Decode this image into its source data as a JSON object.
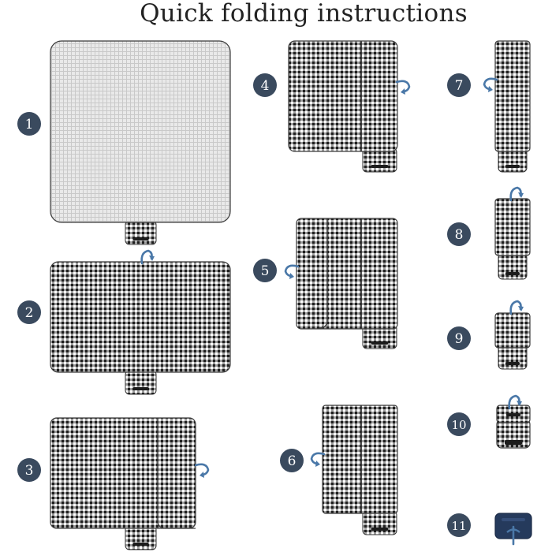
{
  "title": "Quick folding instructions",
  "colors": {
    "badge": "#3a4a5e",
    "badge_text": "#ffffff",
    "plaid_dark": "#2b2b2b",
    "plaid_light": "#ffffff",
    "back_gray": "#dcdcdc",
    "arrow": "#4a78a8",
    "navy": "#253a5c"
  },
  "steps": [
    {
      "number": "1",
      "icon": "unfolded-blanket-icon"
    },
    {
      "number": "2",
      "icon": "blanket-flipped-icon"
    },
    {
      "number": "3",
      "icon": "fold-right-edge-icon"
    },
    {
      "number": "4",
      "icon": "fold-right-edge-icon"
    },
    {
      "number": "5",
      "icon": "fold-left-edge-icon"
    },
    {
      "number": "6",
      "icon": "fold-left-edge-icon"
    },
    {
      "number": "7",
      "icon": "fold-in-half-icon"
    },
    {
      "number": "8",
      "icon": "fold-top-down-icon"
    },
    {
      "number": "9",
      "icon": "fold-top-down-icon"
    },
    {
      "number": "10",
      "icon": "fold-top-down-icon"
    },
    {
      "number": "11",
      "icon": "closed-strap-icon"
    }
  ]
}
